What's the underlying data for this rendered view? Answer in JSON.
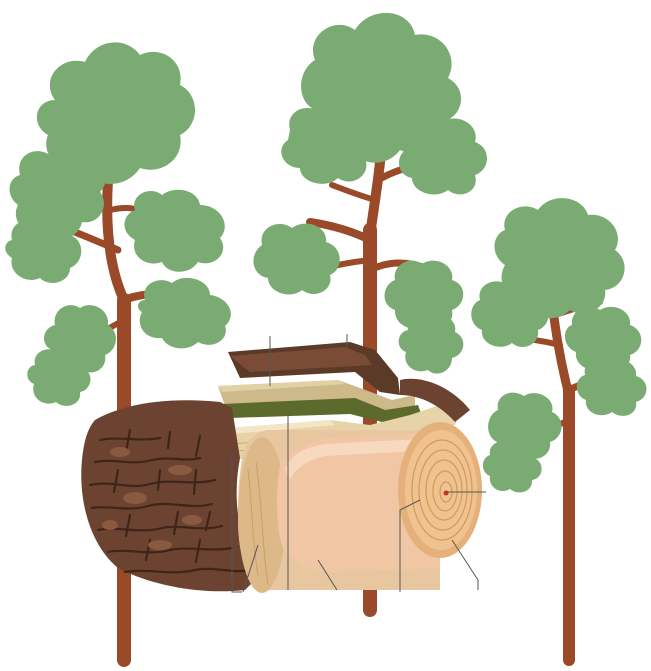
{
  "diagram": {
    "labels": [],
    "colors": {
      "background": "#ffffff",
      "foliage": "#7aab72",
      "trunk": "#9a4a28",
      "bark": "#6b4330",
      "bark_dark": "#3e2518",
      "phloem": "#cdb98a",
      "cambium": "#5c6a2c",
      "sapwood": "#e8c7a0",
      "heartwood": "#f1c6a4",
      "rings": "#d9a46c",
      "pith": "#c0392b",
      "leader_line": "#555555"
    },
    "layers": [
      "outer-bark",
      "inner-bark",
      "cambium",
      "sapwood",
      "heartwood",
      "pith"
    ],
    "trees": [
      "left-tree",
      "middle-tree",
      "right-tree"
    ]
  }
}
